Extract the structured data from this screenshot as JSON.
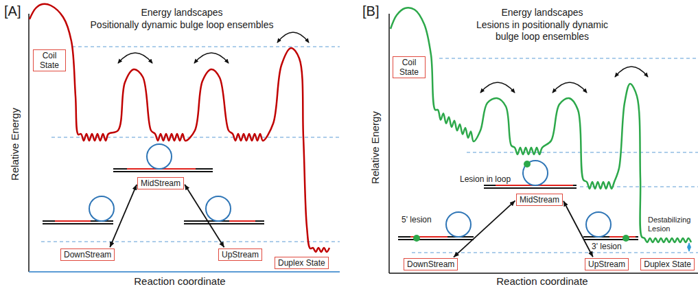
{
  "diagram": {
    "nodes": [
      {
        "text": [
          "Coil State"
        ]
      },
      {
        "text": [
          "MidStream"
        ]
      },
      {
        "text": [
          "DownStream"
        ]
      },
      {
        "text": [
          "UpStream"
        ]
      },
      {
        "text": [
          "Duplex State"
        ]
      },
      {
        "text": [
          "Coil State"
        ]
      },
      {
        "text": [
          "MidStream"
        ]
      },
      {
        "text": [
          "DownStream"
        ]
      },
      {
        "text": [
          "UpStream"
        ]
      },
      {
        "text": [
          "Duplex State"
        ]
      }
    ],
    "edges": [
      {
        "from": 2,
        "to": 1,
        "arrow": "both"
      },
      {
        "from": 1,
        "to": 3,
        "arrow": "both"
      },
      {
        "from": 7,
        "to": 6,
        "arrow": "both"
      },
      {
        "from": 6,
        "to": 8,
        "arrow": "both"
      }
    ],
    "labels": [
      "[A]",
      "Energy landscapes",
      "Positionally dynamic bulge loop ensembles",
      "Relative Energy",
      "Reaction coordinate",
      "[B]",
      "Energy landscapes",
      "Lesions in positionally dynamic bulge loop ensembles",
      "Relative Energy",
      "Reaction coordinate",
      "5' lesion",
      "Lesion in loop",
      "3' lesion",
      "Destabilizing Lesion"
    ]
  }
}
